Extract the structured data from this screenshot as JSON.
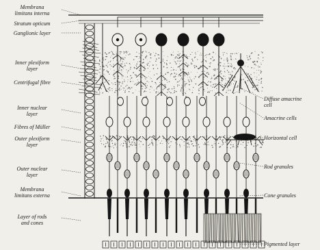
{
  "labels_left": [
    "Membrana\nlimitans interna",
    "Stratum opticum",
    "Ganglionic layer",
    "Inner plexiform\nlayer",
    "Centrifugal fibre",
    "Inner nuclear\nlayer",
    "Fibres of Müller",
    "Outer plexiform\nlayer",
    "Outer nuclear\nlayer",
    "Membrana\nlimitans externa",
    "Layer of rods\nand cones"
  ],
  "labels_right": [
    "Diffuse amacrine\ncell",
    "Amacrine cells",
    "Horizontal cell",
    "Rod granules",
    "Cone granules",
    "Pigmented layer"
  ]
}
